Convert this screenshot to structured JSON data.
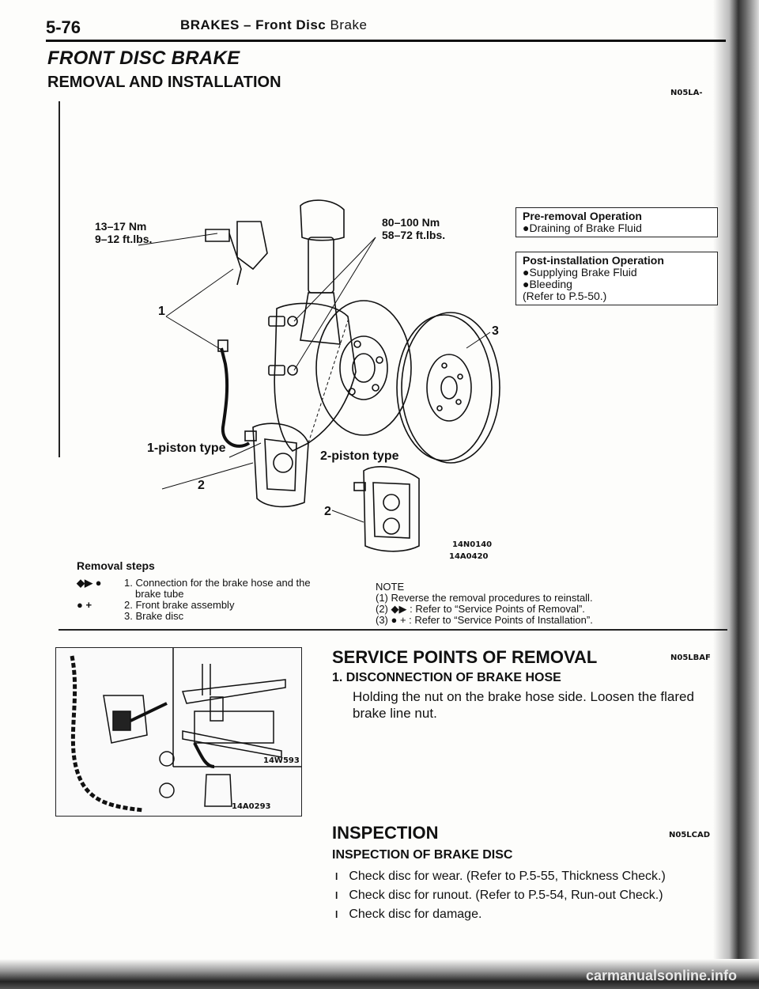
{
  "header": {
    "page_number": "5-76",
    "section": "BRAKES – Front Disc",
    "section_suffix": "Brake"
  },
  "title": "FRONT DISC BRAKE",
  "subtitle": "REMOVAL AND INSTALLATION",
  "subtitle_code": "N05LA-",
  "diagram": {
    "torque_1_a": "13–17 Nm",
    "torque_1_b": "9–12 ft.lbs.",
    "torque_2_a": "80–100 Nm",
    "torque_2_b": "58–72 ft.lbs.",
    "callout_1": "1",
    "callout_2a": "2",
    "callout_2b": "2",
    "callout_3": "3",
    "label_1piston": "1-piston type",
    "label_2piston": "2-piston type",
    "fig_code_1": "14N0140",
    "fig_code_2": "14A0420"
  },
  "pre_removal": {
    "heading": "Pre-removal Operation",
    "items": [
      "●Draining of Brake Fluid"
    ]
  },
  "post_install": {
    "heading": "Post-installation Operation",
    "items": [
      "●Supplying Brake Fluid",
      "●Bleeding",
      "(Refer to P.5-50.)"
    ]
  },
  "removal_steps": {
    "heading": "Removal steps",
    "steps": [
      {
        "mark": "◆▶ ●",
        "text": "1. Connection for the brake hose and the"
      },
      {
        "mark": "",
        "text": "brake tube"
      },
      {
        "mark": "● +",
        "text": "2. Front brake assembly"
      },
      {
        "mark": "",
        "text": "3. Brake disc"
      }
    ]
  },
  "note": {
    "heading": "NOTE",
    "lines": [
      "(1) Reverse the removal procedures to reinstall.",
      "(2) ◆▶ : Refer to “Service Points of Removal”.",
      "(3) ● + : Refer to “Service Points of Installation”."
    ]
  },
  "photo_figure": {
    "code_a": "14W593",
    "code_b": "14A0293"
  },
  "service_points": {
    "title": "SERVICE POINTS OF REMOVAL",
    "code": "N05LBAF",
    "item_heading": "1. DISCONNECTION OF BRAKE HOSE",
    "item_text": "Holding the nut on the brake hose side. Loosen the flared brake line nut."
  },
  "inspection": {
    "title": "INSPECTION",
    "code": "N05LCAD",
    "sub": "INSPECTION OF BRAKE DISC",
    "bullets": [
      "Check disc for wear. (Refer to P.5-55, Thickness Check.)",
      "Check disc for runout. (Refer to P.5-54, Run-out Check.)",
      "Check disc for damage."
    ]
  },
  "watermark": "carmanualsonline.info"
}
